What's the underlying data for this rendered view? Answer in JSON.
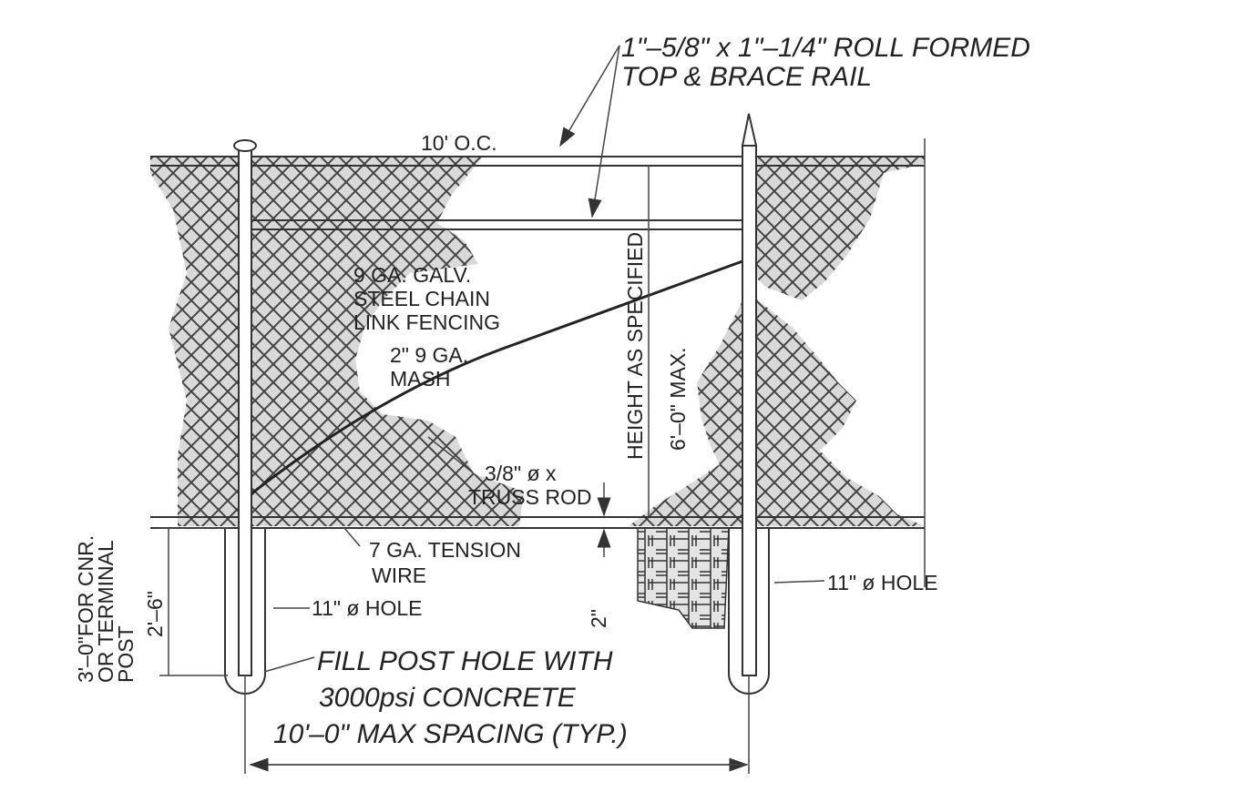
{
  "callouts": {
    "top_rail_line1": "1\"–5/8\" x 1\"–1/4\" ROLL FORMED",
    "top_rail_line2": "TOP & BRACE RAIL",
    "spacing_oc": "10' O.C.",
    "fabric_line1": "9 GA. GALV.",
    "fabric_line2": "STEEL CHAIN",
    "fabric_line3": "LINK FENCING",
    "mesh_line1": "2\" 9 GA.",
    "mesh_line2": "MASH",
    "height": "HEIGHT AS SPECIFIED",
    "height_max": "6'–0\" MAX.",
    "truss_line1": "3/8\" ø x",
    "truss_line2": "TRUSS ROD",
    "tension_line1": "7 GA. TENSION",
    "tension_line2": "WIRE",
    "hole_left": "11\" ø HOLE",
    "hole_right": "11\" ø HOLE",
    "gap": "2\"",
    "embed_depth": "2'–6\"",
    "corner_line1": "3'–0\"FOR CNR.",
    "corner_line2": "OR TERMINAL",
    "corner_line3": "POST",
    "fill_line1": "FILL POST HOLE WITH",
    "fill_line2": "3000psi CONCRETE",
    "max_spacing": "10'–0\" MAX SPACING (TYP.)"
  },
  "colors": {
    "line": "#333333",
    "mesh": "#555555",
    "hatch_fill": "#d6d6d6",
    "background": "#ffffff"
  }
}
